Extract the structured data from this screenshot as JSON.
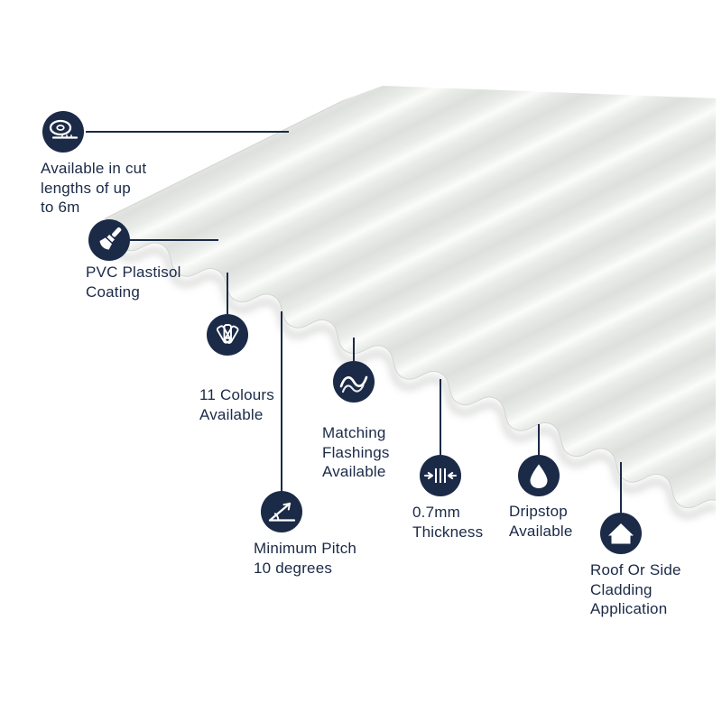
{
  "colors": {
    "navy": "#1b2a47",
    "sheet_base": "#e2e5e1",
    "sheet_highlight": "#fbfcfa",
    "sheet_shadow": "#c8cbc7",
    "background": "#ffffff"
  },
  "product_graphic": {
    "subject": "corrugated-roofing-sheet"
  },
  "features": [
    {
      "name": "cut-lengths",
      "icon": "tape-measure-icon",
      "lines": [
        "Available in cut",
        "lengths of up",
        "to 6m"
      ]
    },
    {
      "name": "pvc-plastisol-coating",
      "icon": "paintbrush-icon",
      "lines": [
        "PVC Plastisol",
        "Coating"
      ]
    },
    {
      "name": "colours-available",
      "icon": "colour-fan-icon",
      "lines": [
        "11 Colours",
        "Available"
      ]
    },
    {
      "name": "matching-flashings",
      "icon": "flashing-sheet-icon",
      "lines": [
        "Matching",
        "Flashings",
        "Available"
      ]
    },
    {
      "name": "minimum-pitch",
      "icon": "pitch-angle-icon",
      "lines": [
        "Minimum Pitch",
        "10 degrees"
      ]
    },
    {
      "name": "thickness",
      "icon": "thickness-gauge-icon",
      "lines": [
        "0.7mm",
        "Thickness"
      ]
    },
    {
      "name": "dripstop",
      "icon": "water-droplet-icon",
      "lines": [
        "Dripstop",
        "Available"
      ]
    },
    {
      "name": "cladding-application",
      "icon": "house-icon",
      "lines": [
        "Roof Or Side",
        "Cladding",
        "Application"
      ]
    }
  ]
}
